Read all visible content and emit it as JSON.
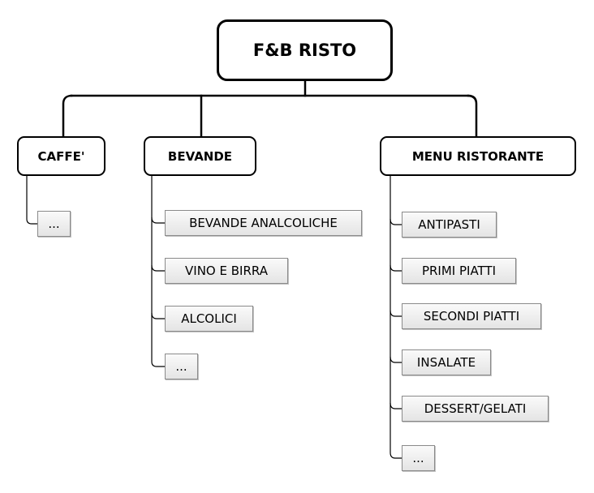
{
  "root": {
    "label": "F&B RISTO"
  },
  "categories": [
    {
      "label": "CAFFE'",
      "items": [
        "..."
      ]
    },
    {
      "label": "BEVANDE",
      "items": [
        "BEVANDE ANALCOLICHE",
        "VINO E BIRRA",
        "ALCOLICI",
        "..."
      ]
    },
    {
      "label": "MENU RISTORANTE",
      "items": [
        "ANTIPASTI",
        "PRIMI PIATTI",
        "SECONDI PIATTI",
        "INSALATE",
        "DESSERT/GELATI",
        "..."
      ]
    }
  ],
  "colors": {
    "line": "#000000",
    "leaf_border": "#8a8a8a",
    "leaf_fill": "#e8e8e8"
  }
}
